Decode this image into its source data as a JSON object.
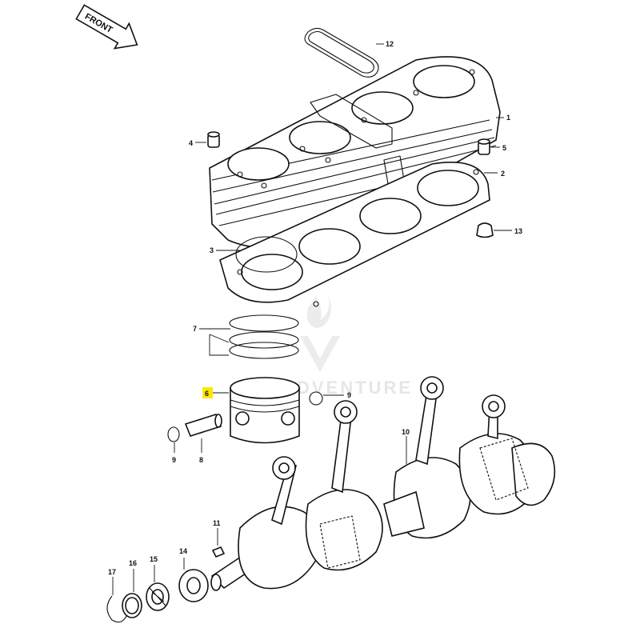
{
  "direction_label": "FRONT",
  "watermark": "LEADVENTURE",
  "highlight_color": "#ffe600",
  "callouts": [
    {
      "id": "c1",
      "text": "1"
    },
    {
      "id": "c2",
      "text": "2"
    },
    {
      "id": "c3",
      "text": "3"
    },
    {
      "id": "c4",
      "text": "4"
    },
    {
      "id": "c5",
      "text": "5"
    },
    {
      "id": "c6",
      "text": "6",
      "highlighted": true
    },
    {
      "id": "c7",
      "text": "7"
    },
    {
      "id": "c8",
      "text": "8"
    },
    {
      "id": "c9a",
      "text": "9"
    },
    {
      "id": "c9b",
      "text": "9"
    },
    {
      "id": "c10",
      "text": "10"
    },
    {
      "id": "c11",
      "text": "11"
    },
    {
      "id": "c12",
      "text": "12"
    },
    {
      "id": "c13",
      "text": "13"
    },
    {
      "id": "c14",
      "text": "14"
    },
    {
      "id": "c15",
      "text": "15"
    },
    {
      "id": "c16",
      "text": "16"
    },
    {
      "id": "c17",
      "text": "17"
    }
  ]
}
